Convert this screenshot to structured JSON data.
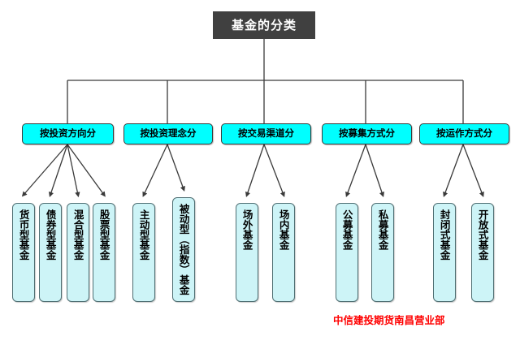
{
  "diagram": {
    "type": "organizational-tree",
    "background_color": "#ffffff",
    "root": {
      "label": "基金的分类",
      "fill": "#404040",
      "text_color": "#ffffff"
    },
    "category_style": {
      "fill": "#00ffff",
      "text_color": "#000000",
      "border": "#3a3a3a"
    },
    "leaf_style": {
      "fill": "#cdf4f7",
      "text_color": "#000000",
      "border": "#4e6e72"
    },
    "connector_color": "#3a3a3a",
    "categories": [
      {
        "label": "按投资方向分",
        "leaves": [
          {
            "label": "货币型基金"
          },
          {
            "label": "债券型基金"
          },
          {
            "label": "混合型基金"
          },
          {
            "label": "股票型基金"
          }
        ]
      },
      {
        "label": "按投资理念分",
        "leaves": [
          {
            "label": "主动型基金"
          },
          {
            "label": "被动型（指数）基金"
          }
        ]
      },
      {
        "label": "按交易渠道分",
        "leaves": [
          {
            "label": "场外基金"
          },
          {
            "label": "场内基金"
          }
        ]
      },
      {
        "label": "按募集方式分",
        "leaves": [
          {
            "label": "公募基金"
          },
          {
            "label": "私募基金"
          }
        ]
      },
      {
        "label": "按运作方式分",
        "leaves": [
          {
            "label": "封闭式基金"
          },
          {
            "label": "开放式基金"
          }
        ]
      }
    ],
    "watermark": {
      "text": "中信建投期货南昌营业部",
      "color": "#ff0000"
    }
  }
}
